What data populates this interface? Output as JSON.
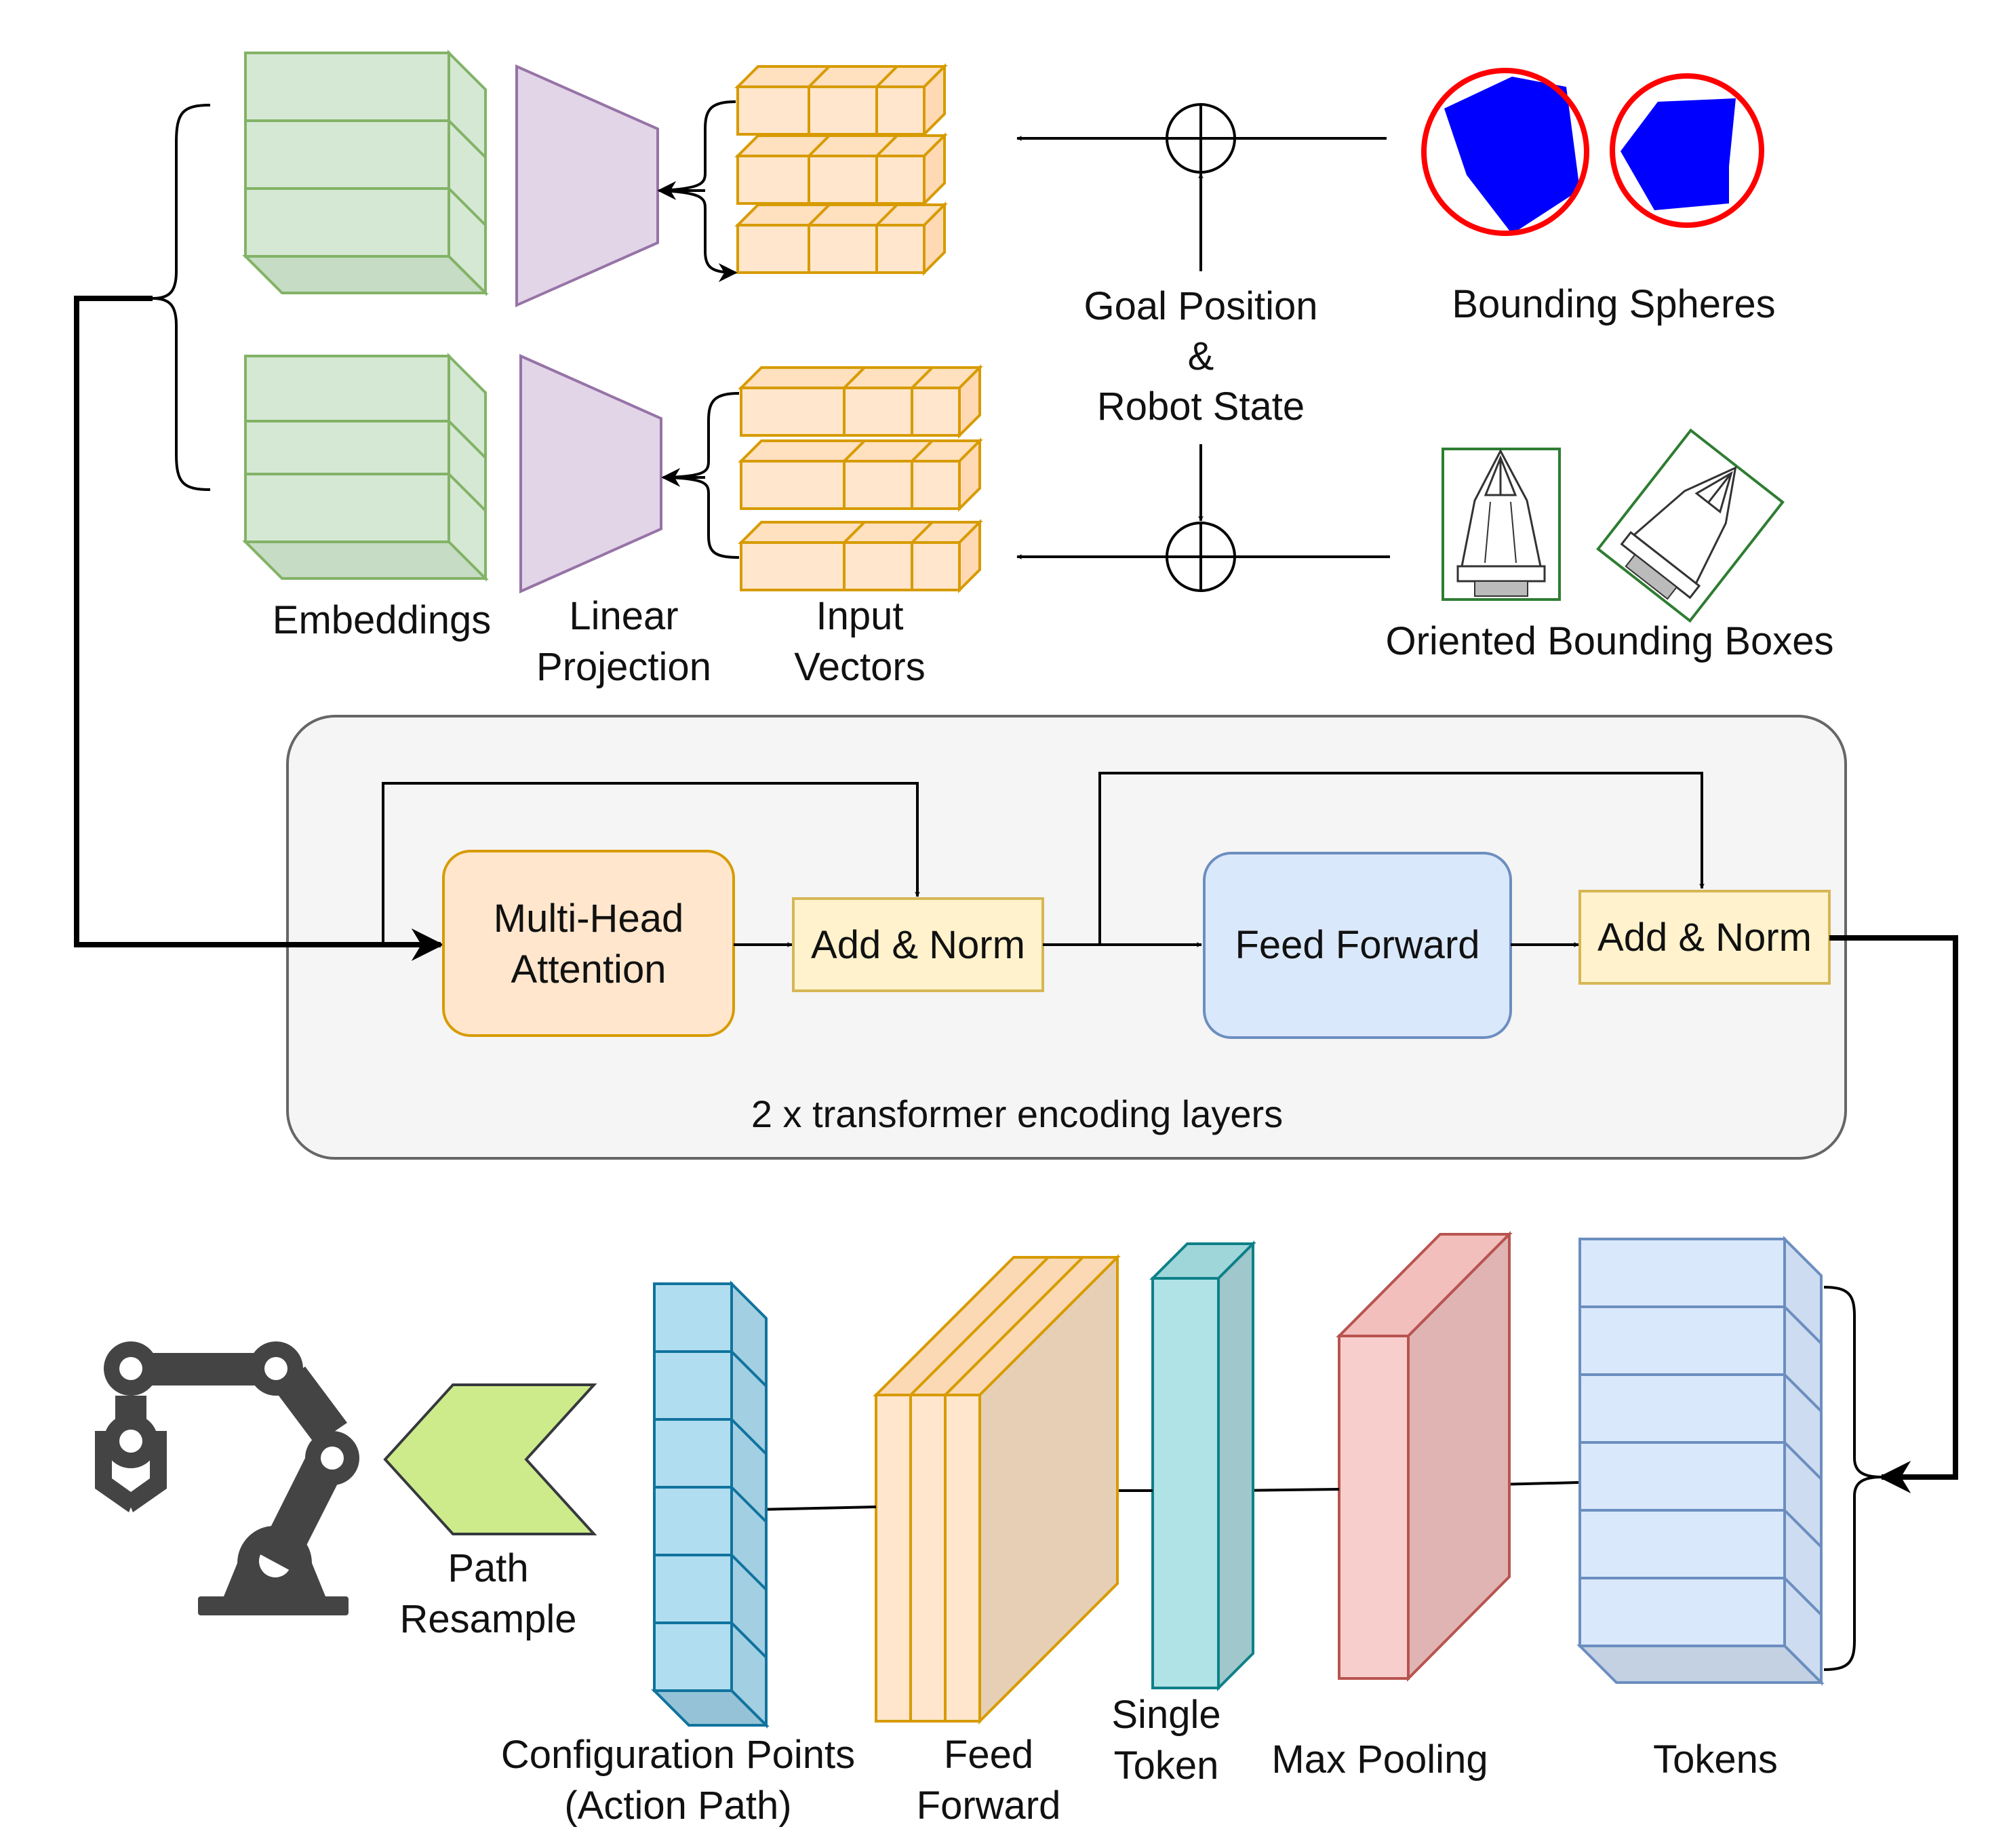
{
  "labels": {
    "embeddings": "Embeddings",
    "linear_projection": [
      "Linear",
      "Projection"
    ],
    "input_vectors": [
      "Input",
      "Vectors"
    ],
    "goal_position": [
      "Goal Position",
      "&",
      "Robot State"
    ],
    "bounding_spheres": "Bounding Spheres",
    "oriented_bounding_boxes": "Oriented Bounding Boxes",
    "encoder_caption": "2 x transformer encoding layers",
    "multi_head_attention": [
      "Multi-Head",
      "Attention"
    ],
    "add_norm_1": "Add & Norm",
    "feed_forward_block": "Feed Forward",
    "add_norm_2": "Add & Norm",
    "tokens": "Tokens",
    "max_pooling": "Max Pooling",
    "single_token": [
      "Single",
      "Token"
    ],
    "feed_forward_layer": [
      "Feed",
      "Forward"
    ],
    "configuration_points": [
      "Configuration Points",
      "(Action Path)"
    ],
    "path_resample": [
      "Path",
      "Resample"
    ]
  },
  "colors": {
    "green_fill": "#d5e8d4",
    "green_stroke": "#82b366",
    "purple_fill": "#e1d5e7",
    "purple_stroke": "#9673a6",
    "orange_fill": "#ffe6cc",
    "orange_stroke": "#d79b00",
    "yellow_fill": "#fff2cc",
    "yellow_stroke": "#d6b656",
    "blue_fill": "#dae8fc",
    "blue_stroke": "#6c8ebf",
    "red_fill": "#f8cecc",
    "red_stroke": "#b85450",
    "teal_fill": "#b0e3e6",
    "teal_stroke": "#0e8088",
    "cyan_fill": "#b1ddf0",
    "cyan_stroke": "#10739e",
    "lime_fill": "#cdeb8b",
    "lime_stroke": "#36393d",
    "panel_fill": "#f5f5f5",
    "panel_stroke": "#666666",
    "sphere_blue": "#0000ff",
    "sphere_red": "#ff0000",
    "obb_green": "#2e7d32",
    "robot_gray": "#444444"
  }
}
